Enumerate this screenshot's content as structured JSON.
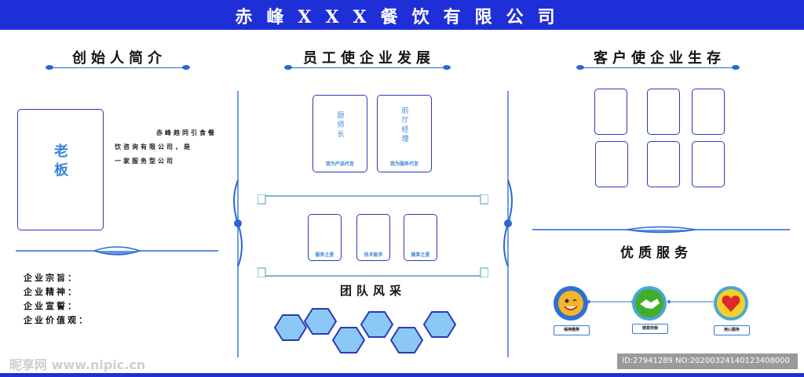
{
  "header": {
    "title": "赤峰XXX餐饮有限公司"
  },
  "left": {
    "title": "创始人简介",
    "portrait_text": "老板",
    "intro_lines": [
      "赤峰趋同引食餐",
      "饮咨询有限公司，是",
      "一家服务型公司"
    ],
    "items": [
      "企业宗旨：",
      "企业精神：",
      "企业宣誓：",
      "企业价值观："
    ]
  },
  "middle": {
    "title": "员工使企业发展",
    "chef": {
      "text": "厨师长",
      "caption": "我为产品代言"
    },
    "manager": {
      "text": "前厅经理",
      "caption": "我为服务代言"
    },
    "team_title": "团队风采",
    "team_captions": [
      "服务之星",
      "技术能手",
      "微笑之星"
    ]
  },
  "right": {
    "title": "客户使企业生存",
    "service_title": "优质服务",
    "services": [
      "保持微笑",
      "感恩你我",
      "用心服务"
    ]
  },
  "icons": [
    "smiley-sun-icon",
    "handshake-icon",
    "heart-icon"
  ],
  "watermark": {
    "logo": "昵享网 www.nipic.cn",
    "id": "ID:27941289 NO:20200324140123408000"
  },
  "colors": {
    "accent": "#1f2fd8",
    "frame": "#2b3ab8",
    "text_blue": "#3a86d6",
    "hex_fill": "#8cc8f5"
  }
}
